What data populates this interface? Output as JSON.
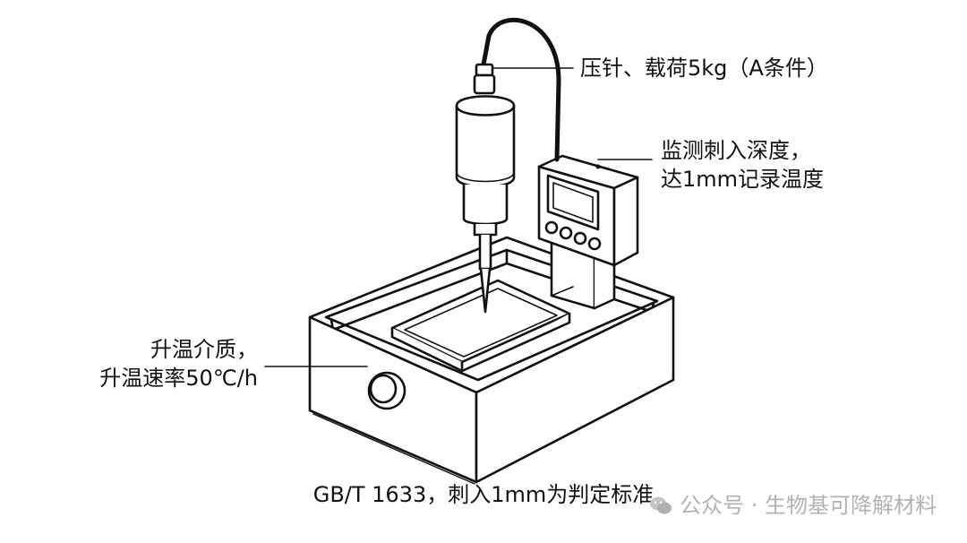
{
  "labels": {
    "needle": "压针、载荷5kg（A条件）",
    "monitor_line1": "监测刺入深度，",
    "monitor_line2": "达1mm记录温度",
    "medium_line1": "升温介质，",
    "medium_line2": "升温速率50℃/h"
  },
  "caption": "GB/T 1633，刺入1mm为判定标准",
  "watermark": {
    "text": "公众号 · 生物基可降解材料",
    "icon": "wechat-icon"
  }
}
